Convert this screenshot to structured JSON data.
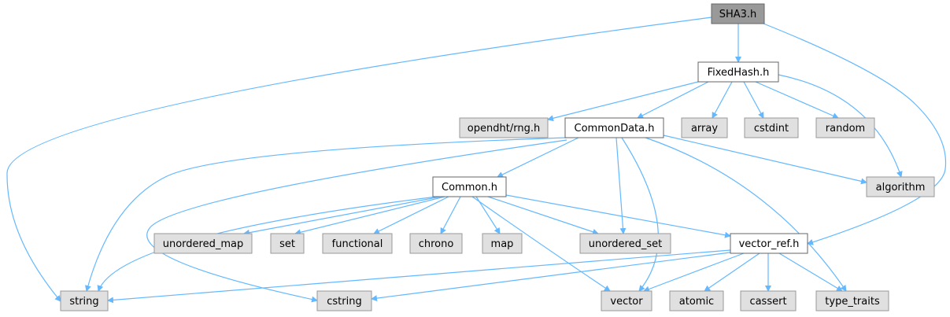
{
  "colors": {
    "edge": "#63b8ff",
    "focus_fill": "#999999",
    "focus_border": "#666666",
    "file_fill": "#ffffff",
    "file_border": "#666666",
    "system_fill": "#e0e0e0",
    "system_border": "#999999"
  },
  "nodes": {
    "sha3": {
      "label": "SHA3.h",
      "kind": "focus"
    },
    "fixedhash": {
      "label": "FixedHash.h",
      "kind": "file"
    },
    "rng": {
      "label": "opendht/rng.h",
      "kind": "system"
    },
    "commondata": {
      "label": "CommonData.h",
      "kind": "file"
    },
    "array": {
      "label": "array",
      "kind": "system"
    },
    "cstdint": {
      "label": "cstdint",
      "kind": "system"
    },
    "random": {
      "label": "random",
      "kind": "system"
    },
    "algorithm": {
      "label": "algorithm",
      "kind": "system"
    },
    "common": {
      "label": "Common.h",
      "kind": "file"
    },
    "unordered_map": {
      "label": "unordered_map",
      "kind": "system"
    },
    "set": {
      "label": "set",
      "kind": "system"
    },
    "functional": {
      "label": "functional",
      "kind": "system"
    },
    "chrono": {
      "label": "chrono",
      "kind": "system"
    },
    "map": {
      "label": "map",
      "kind": "system"
    },
    "unordered_set": {
      "label": "unordered_set",
      "kind": "system"
    },
    "vector_ref": {
      "label": "vector_ref.h",
      "kind": "file"
    },
    "string": {
      "label": "string",
      "kind": "system"
    },
    "cstring": {
      "label": "cstring",
      "kind": "system"
    },
    "vector": {
      "label": "vector",
      "kind": "system"
    },
    "atomic": {
      "label": "atomic",
      "kind": "system"
    },
    "cassert": {
      "label": "cassert",
      "kind": "system"
    },
    "type_traits": {
      "label": "type_traits",
      "kind": "system"
    }
  },
  "edges": [
    [
      "sha3",
      "fixedhash"
    ],
    [
      "sha3",
      "string"
    ],
    [
      "sha3",
      "vector_ref"
    ],
    [
      "fixedhash",
      "rng"
    ],
    [
      "fixedhash",
      "commondata"
    ],
    [
      "fixedhash",
      "array"
    ],
    [
      "fixedhash",
      "cstdint"
    ],
    [
      "fixedhash",
      "random"
    ],
    [
      "fixedhash",
      "algorithm"
    ],
    [
      "commondata",
      "common"
    ],
    [
      "commondata",
      "string"
    ],
    [
      "commondata",
      "cstring"
    ],
    [
      "commondata",
      "unordered_set"
    ],
    [
      "commondata",
      "vector"
    ],
    [
      "commondata",
      "algorithm"
    ],
    [
      "commondata",
      "type_traits"
    ],
    [
      "common",
      "string"
    ],
    [
      "common",
      "unordered_map"
    ],
    [
      "common",
      "set"
    ],
    [
      "common",
      "functional"
    ],
    [
      "common",
      "chrono"
    ],
    [
      "common",
      "map"
    ],
    [
      "common",
      "unordered_set"
    ],
    [
      "common",
      "vector"
    ],
    [
      "common",
      "vector_ref"
    ],
    [
      "common",
      "cstring"
    ],
    [
      "vector_ref",
      "string"
    ],
    [
      "vector_ref",
      "cstring"
    ],
    [
      "vector_ref",
      "vector"
    ],
    [
      "vector_ref",
      "atomic"
    ],
    [
      "vector_ref",
      "cassert"
    ],
    [
      "vector_ref",
      "type_traits"
    ]
  ]
}
